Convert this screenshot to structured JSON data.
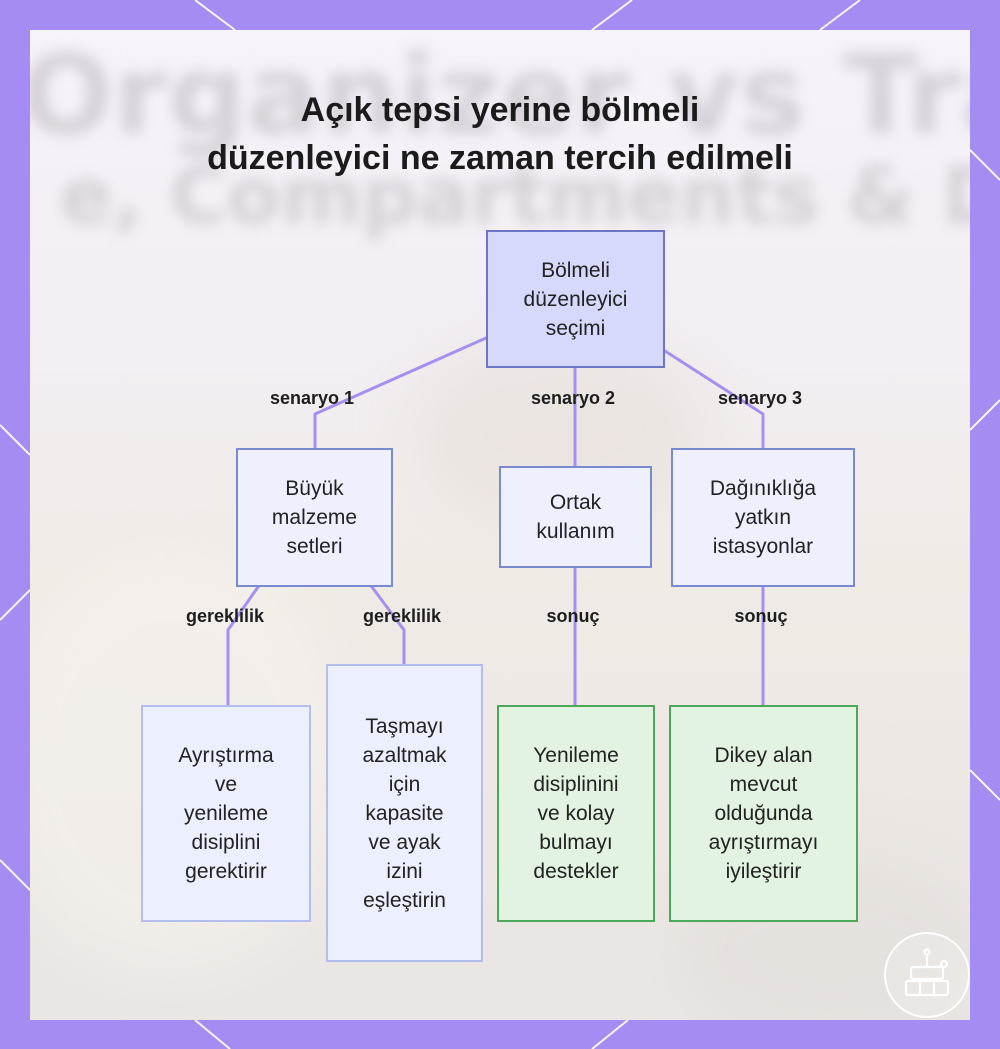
{
  "title": {
    "line1": "Açık tepsi yerine bölmeli",
    "line2": "düzenleyici ne zaman tercih edilmeli"
  },
  "background_ghost": {
    "line1": "Organizer vs Tray",
    "line2": "e, Compartments & Daily"
  },
  "nodes": {
    "root": [
      "Bölmeli",
      "düzenleyici",
      "seçimi"
    ],
    "large_sets": [
      "Büyük",
      "malzeme",
      "setleri"
    ],
    "shared_use": [
      "Ortak",
      "kullanım"
    ],
    "clutter_stations": [
      "Dağınıklığa",
      "yatkın",
      "istasyonlar"
    ],
    "sorting_discipline": [
      "Ayrıştırma",
      "ve",
      "yenileme",
      "disiplini",
      "gerektirir"
    ],
    "match_capacity": [
      "Taşmayı",
      "azaltmak",
      "için",
      "kapasite",
      "ve ayak",
      "izini",
      "eşleştirin"
    ],
    "supports_discipline": [
      "Yenileme",
      "disiplinini",
      "ve kolay",
      "bulmayı",
      "destekler"
    ],
    "vertical_space": [
      "Dikey alan",
      "mevcut",
      "olduğunda",
      "ayrıştırmayı",
      "iyileştirir"
    ]
  },
  "edge_labels": {
    "scenario1": "senaryo 1",
    "scenario2": "senaryo 2",
    "scenario3": "senaryo 3",
    "requirement_a": "gereklilik",
    "requirement_b": "gereklilik",
    "result_a": "sonuç",
    "result_b": "sonuç"
  },
  "colors": {
    "frame": "#a58cf2",
    "edge": "#a68ff0",
    "root_fill": "#d6d9fb",
    "mid_fill": "#eef0fd",
    "leaf_green_fill": "#e3f3e1",
    "leaf_green_border": "#4ea85a"
  },
  "icons": [
    "watermark-badge-icon"
  ]
}
